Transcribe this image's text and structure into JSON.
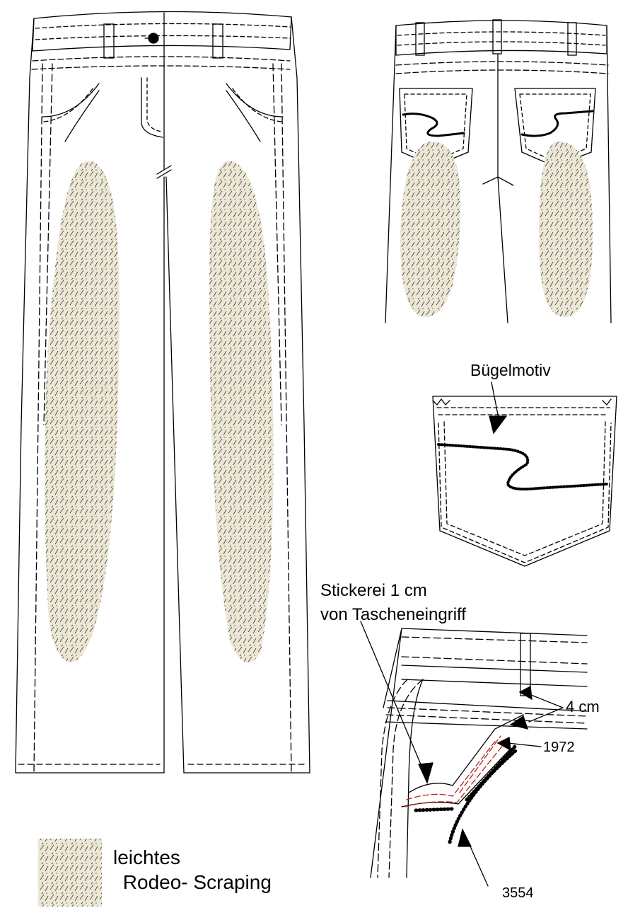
{
  "labels": {
    "iron_on_motif": "Bügelmotiv",
    "embroidery_line1": "Stickerei 1 cm",
    "embroidery_line2": "von Tascheneingriff",
    "distance": "4 cm",
    "thread_code_1": "1972",
    "thread_code_2": "3554"
  },
  "legend": {
    "line1": "leichtes",
    "line2": " Rodeo- Scraping"
  },
  "colors": {
    "line": "#000000",
    "scraping_fill": "#ece6d4",
    "scraping_mark": "#4a4a4a",
    "embroidery": "#b3261e",
    "background": "#ffffff"
  }
}
